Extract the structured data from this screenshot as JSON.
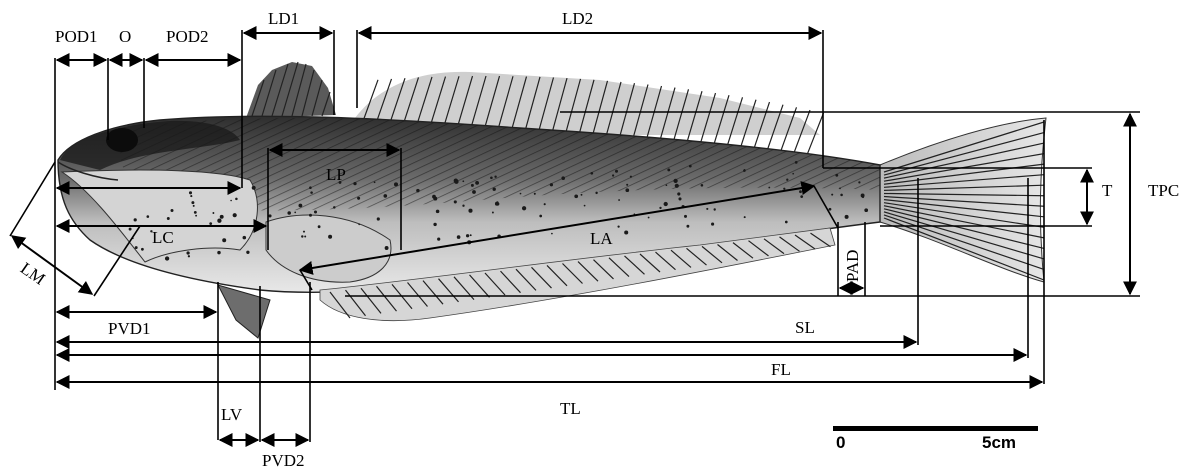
{
  "labels": {
    "pod1": "POD1",
    "o": "O",
    "pod2": "POD2",
    "ld1": "LD1",
    "ld2": "LD2",
    "lp": "LP",
    "lc": "LC",
    "lm": "LM",
    "la": "LA",
    "pad": "PAD",
    "t": "T",
    "tpc": "TPC",
    "pvd1": "PVD1",
    "sl": "SL",
    "fl": "FL",
    "tl": "TL",
    "lv": "LV",
    "pvd2": "PVD2"
  },
  "scale_bar": {
    "start_label": "0",
    "end_label": "5cm"
  },
  "colors": {
    "ink": "#000000",
    "body_fill": "#d9d9d9",
    "body_dark": "#3a3a3a",
    "background": "#ffffff"
  }
}
